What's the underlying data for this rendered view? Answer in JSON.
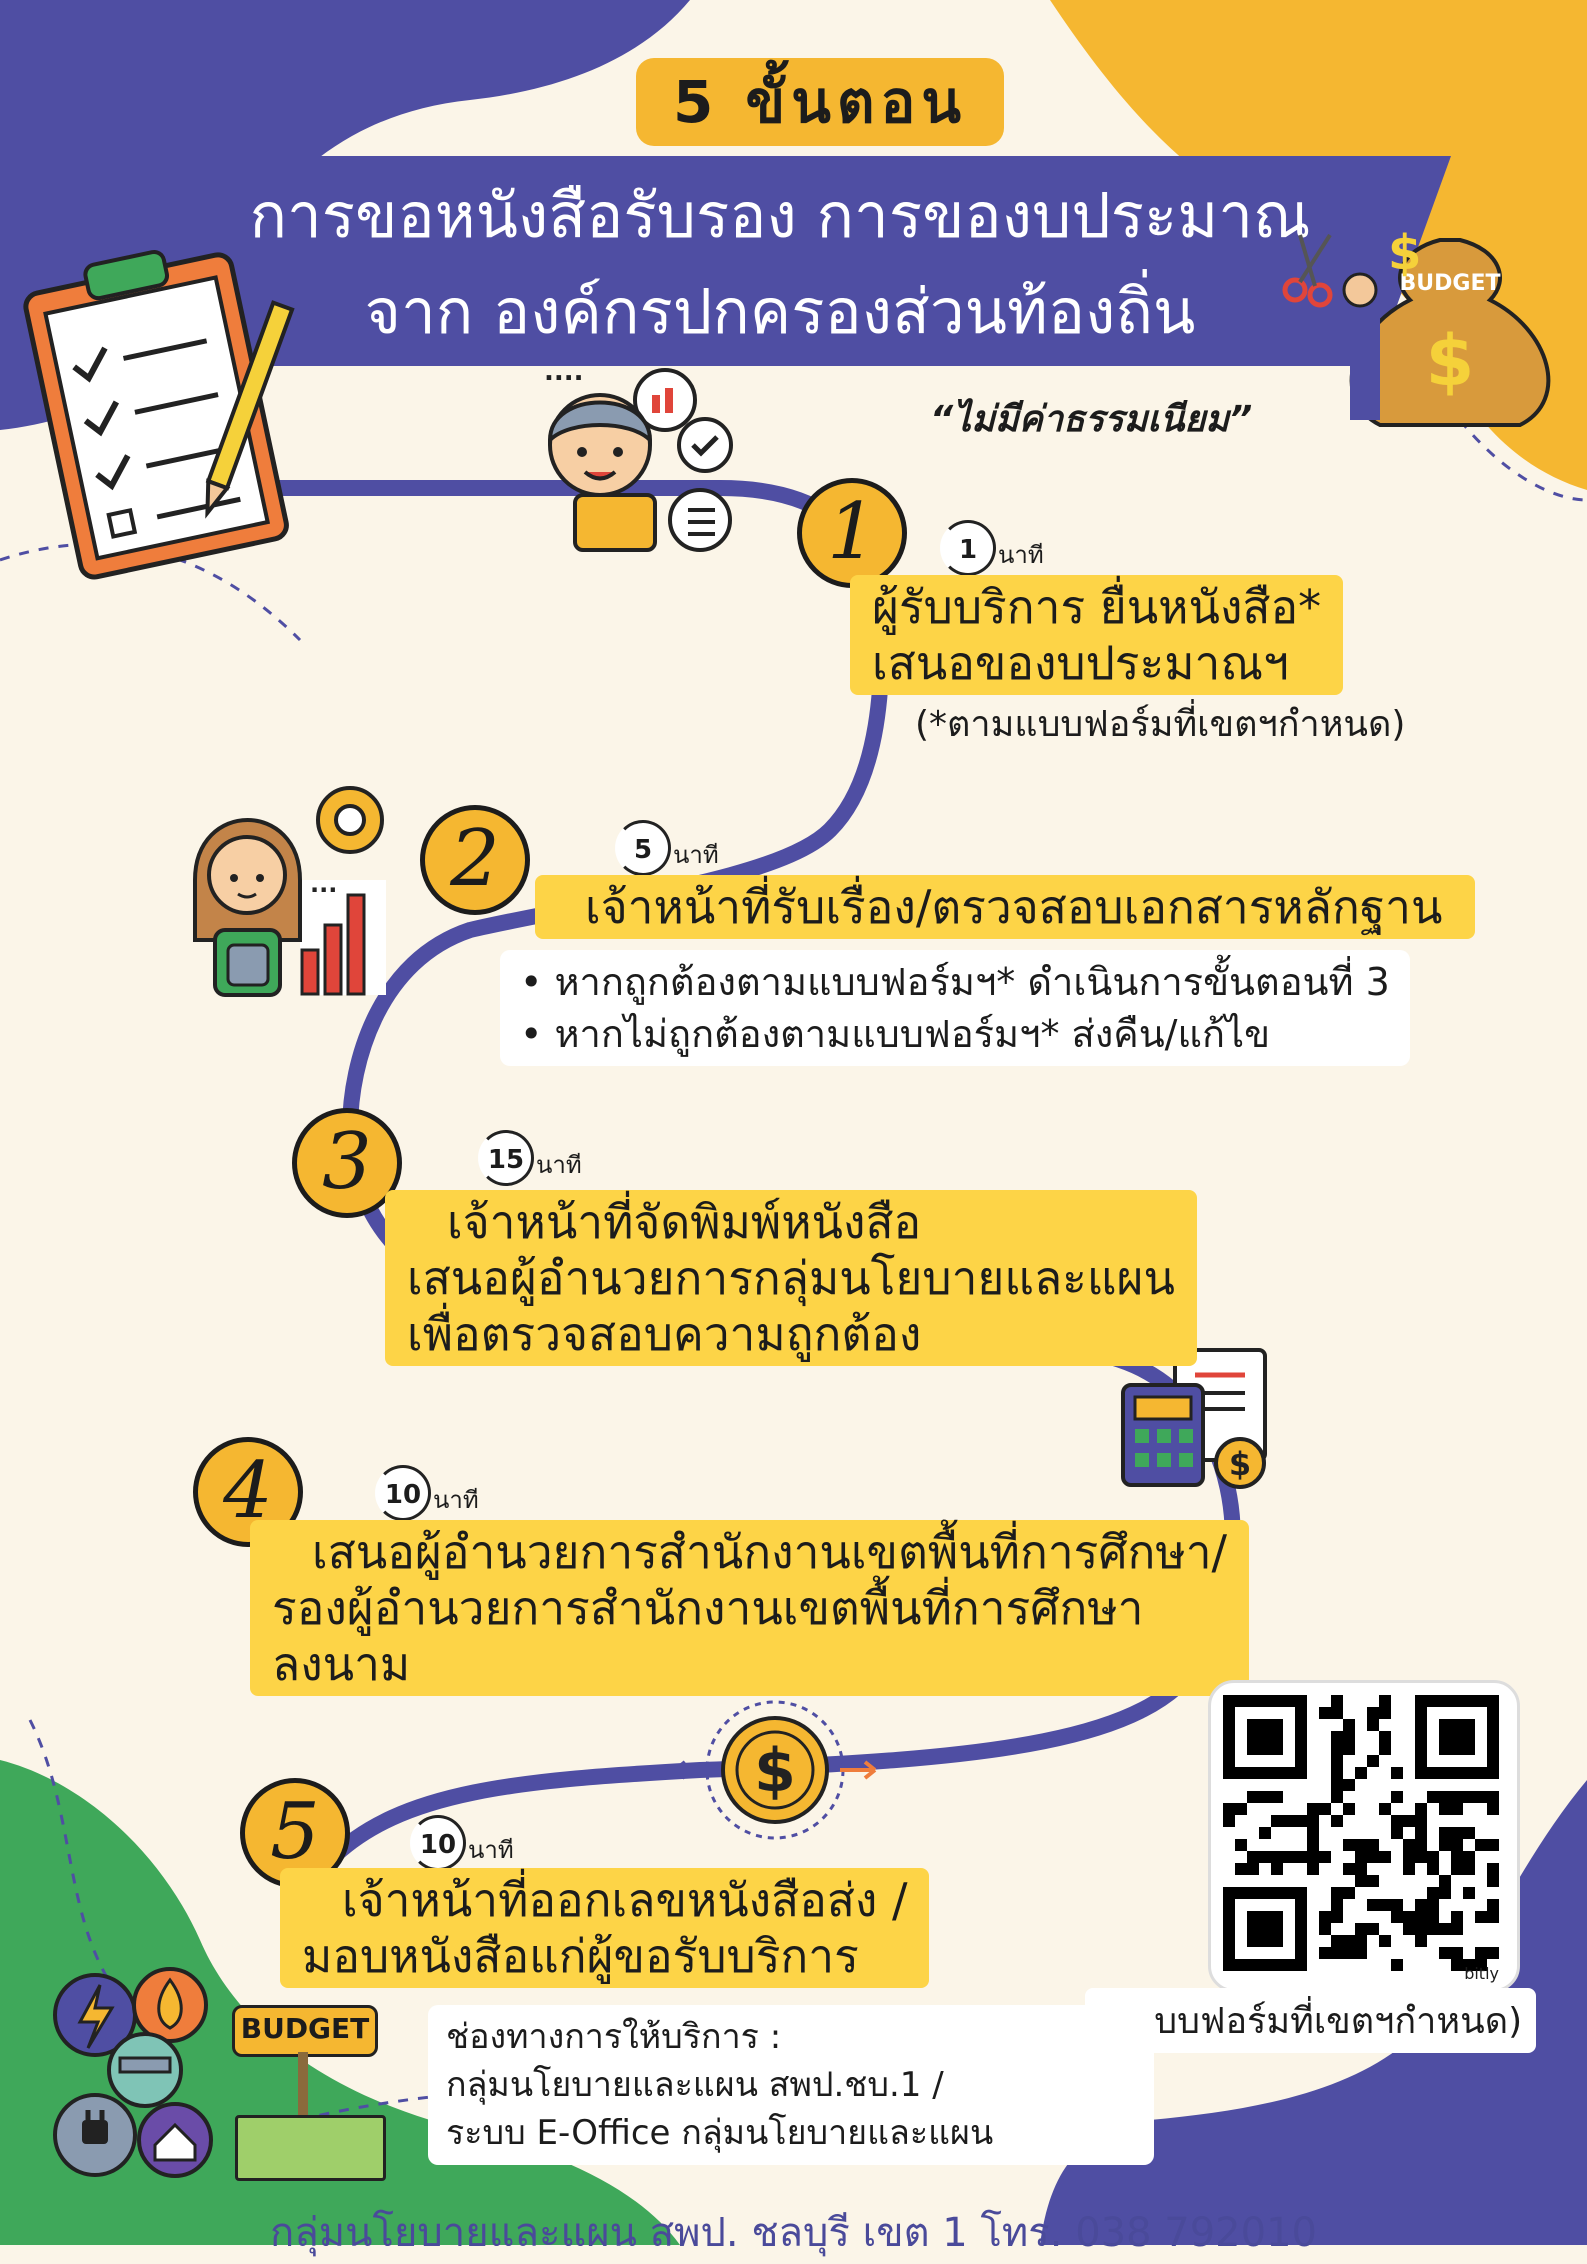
{
  "header": {
    "badge": "5 ขั้นตอน",
    "title_line1": "การขอหนังสือรับรอง การของบประมาณ",
    "title_line2": "จาก องค์กรปกครองส่วนท้องถิ่น",
    "no_fee": "“ไม่มีค่าธรรมเนียม”",
    "budget_bag_label": "BUDGET"
  },
  "steps": [
    {
      "number": "1",
      "time": "1",
      "unit": "นาที",
      "lines": [
        "ผู้รับบริการ ยื่นหนังสือ*",
        "เสนอของบประมาณฯ"
      ],
      "note": "(*ตามแบบฟอร์มที่เขตฯกำหนด)"
    },
    {
      "number": "2",
      "time": "5",
      "unit": "นาที",
      "lines": [
        "เจ้าหน้าที่รับเรื่อง/ตรวจสอบเอกสารหลักฐาน"
      ],
      "bullets": [
        "หากถูกต้องตามแบบฟอร์มฯ* ดำเนินการขั้นตอนที่ 3",
        "หากไม่ถูกต้องตามแบบฟอร์มฯ* ส่งคืน/แก้ไข"
      ]
    },
    {
      "number": "3",
      "time": "15",
      "unit": "นาที",
      "lines": [
        "เจ้าหน้าที่จัดพิมพ์หนังสือ",
        "เสนอผู้อำนวยการกลุ่มนโยบายและแผน",
        "เพื่อตรวจสอบความถูกต้อง"
      ]
    },
    {
      "number": "4",
      "time": "10",
      "unit": "นาที",
      "lines": [
        "เสนอผู้อำนวยการสำนักงานเขตพื้นที่การศึกษา/",
        "รองผู้อำนวยการสำนักงานเขตพื้นที่การศึกษา",
        "ลงนาม"
      ]
    },
    {
      "number": "5",
      "time": "10",
      "unit": "นาที",
      "lines": [
        "เจ้าหน้าที่ออกเลขหนังสือส่ง /",
        "มอบหนังสือแก่ผู้ขอรับบริการ"
      ]
    }
  ],
  "qr": {
    "label": "(*แบบฟอร์มที่เขตฯกำหนด)",
    "brand": "bitly"
  },
  "channel": {
    "title": "ช่องทางการให้บริการ :",
    "line1": "กลุ่มนโยบายและแผน สพป.ชบ.1 /",
    "line2": "ระบบ E-Office กลุ่มนโยบายและแผน"
  },
  "sign_label": "BUDGET",
  "footer": "กลุ่มนโยบายและแผน สพป. ชลบุรี เขต 1  โทร. 038 792010",
  "colors": {
    "purple": "#4f4ea3",
    "yellow": "#fdd447",
    "orange": "#f5b731",
    "cream": "#fbf5e8",
    "green": "#3fa85a"
  }
}
